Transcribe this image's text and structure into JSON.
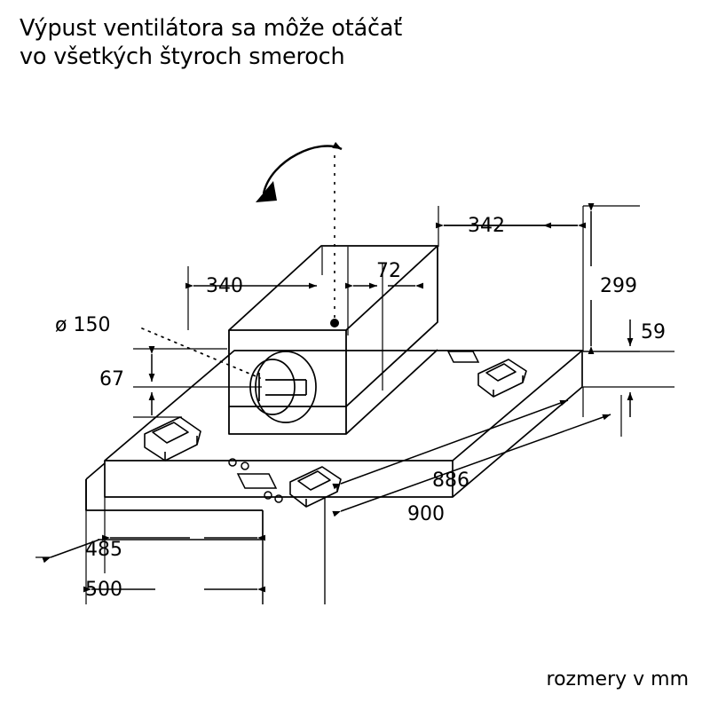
{
  "title": "Výpust ventilátora sa môže otáčať\nvo všetkých štyroch smeroch",
  "footnote": "rozmery v mm",
  "units": "mm",
  "dimensions": {
    "d342": "342",
    "d340": "340",
    "d72": "72",
    "d299": "299",
    "d59": "59",
    "d150": "ø 150",
    "d67": "67",
    "d886": "886",
    "d900": "900",
    "d485": "485",
    "d500": "500"
  },
  "chart_data": {
    "type": "diagram",
    "title": "Výpust ventilátora sa môže otáčať vo všetkých štyroch smeroch",
    "subject": "built-in cooker hood technical dimension drawing",
    "unit_note": "rozmery v mm",
    "measurements": [
      {
        "label": "342",
        "unit": "mm",
        "description": "motor box offset from right edge (top)"
      },
      {
        "label": "340",
        "unit": "mm",
        "description": "motor box offset from left (top)"
      },
      {
        "label": "72",
        "unit": "mm",
        "description": "outlet centre offset"
      },
      {
        "label": "299",
        "unit": "mm",
        "description": "depth at right side"
      },
      {
        "label": "59",
        "unit": "mm",
        "description": "body height at right side"
      },
      {
        "label": "ø 150",
        "unit": "mm",
        "description": "air outlet duct diameter"
      },
      {
        "label": "67",
        "unit": "mm",
        "description": "duct centre height from body"
      },
      {
        "label": "886",
        "unit": "mm",
        "description": "inner body width"
      },
      {
        "label": "900",
        "unit": "mm",
        "description": "overall width"
      },
      {
        "label": "485",
        "unit": "mm",
        "description": "inner body depth"
      },
      {
        "label": "500",
        "unit": "mm",
        "description": "overall depth"
      }
    ]
  }
}
